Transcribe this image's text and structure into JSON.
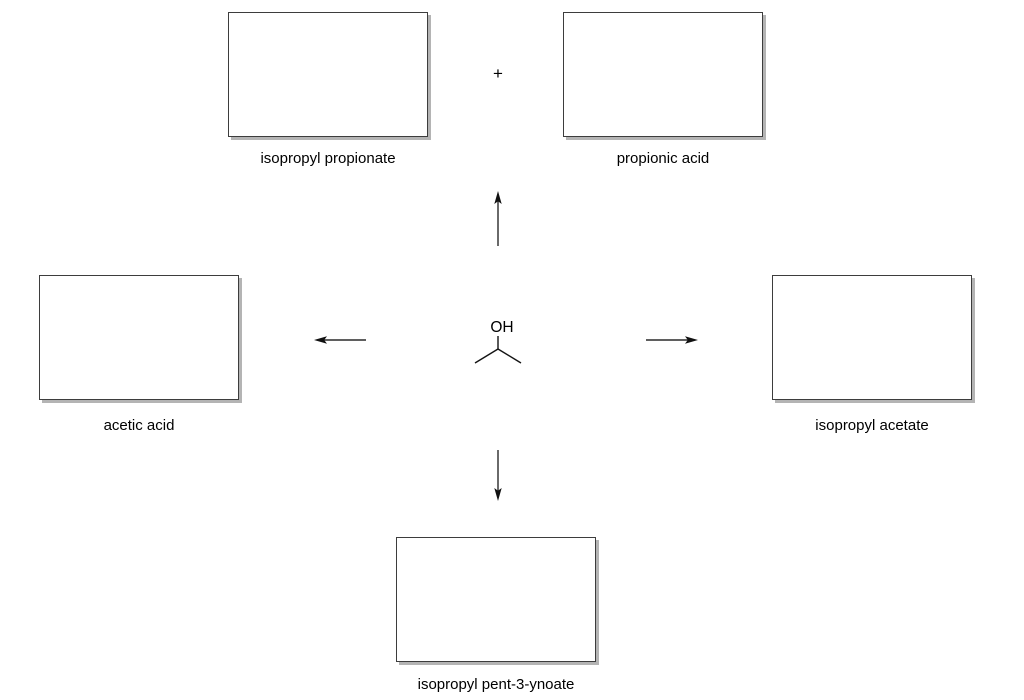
{
  "diagram": {
    "plus": "+",
    "center_molecule": {
      "hydroxyl_label": "OH",
      "depiction": "skeletal structure with OH on central carbon and two methyl branches"
    },
    "boxes": [
      {
        "position": "top-left",
        "label": "isopropyl propionate"
      },
      {
        "position": "top-right",
        "label": "propionic acid"
      },
      {
        "position": "left",
        "label": "acetic acid"
      },
      {
        "position": "right",
        "label": "isopropyl acetate"
      },
      {
        "position": "bottom",
        "label": "isopropyl pent-3-ynoate"
      }
    ],
    "arrows": [
      {
        "direction": "up"
      },
      {
        "direction": "left"
      },
      {
        "direction": "right"
      },
      {
        "direction": "down"
      }
    ],
    "colors": {
      "background": "#ffffff",
      "box_border": "#3d3d3d",
      "box_shadow": "#b4b4b4",
      "line": "#2a2a2a",
      "text": "#000000"
    }
  }
}
